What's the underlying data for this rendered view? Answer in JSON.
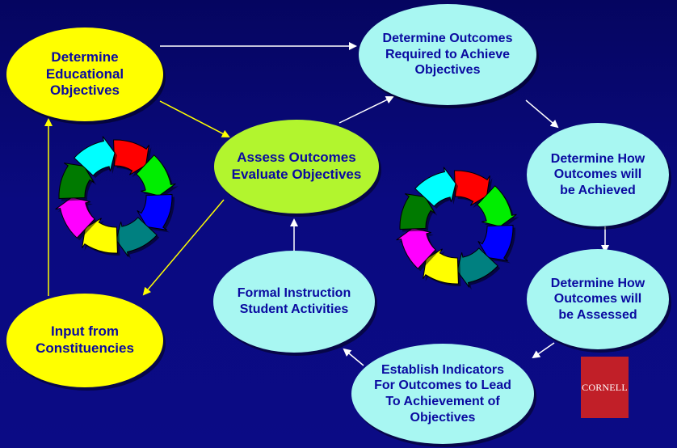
{
  "colors": {
    "background": "#0a0a7a",
    "yellow_node": "#ffff00",
    "green_node": "#b2f52e",
    "cyan_node": "#a8f7f2",
    "node_text": "#0a0aa0",
    "connector": "#ffffff",
    "yellow_connector": "#ffff00",
    "logo_red": "#c11f28"
  },
  "nodes": {
    "educational_objectives": {
      "lines": [
        "Determine",
        "Educational",
        "Objectives"
      ]
    },
    "input_constituencies": {
      "lines": [
        "Input from",
        "Constituencies"
      ]
    },
    "assess_outcomes": {
      "lines": [
        "Assess Outcomes",
        "Evaluate Objectives"
      ]
    },
    "determine_outcomes": {
      "lines": [
        "Determine Outcomes",
        "Required to Achieve",
        "Objectives"
      ]
    },
    "how_achieved": {
      "lines": [
        "Determine How",
        "Outcomes will",
        "be Achieved"
      ]
    },
    "how_assessed": {
      "lines": [
        "Determine How",
        "Outcomes will",
        "be Assessed"
      ]
    },
    "indicators": {
      "lines": [
        "Establish Indicators",
        "For Outcomes to Lead",
        "To Achievement of",
        "Objectives"
      ]
    },
    "formal_instruction": {
      "lines": [
        "Formal Instruction",
        "Student Activities"
      ]
    }
  },
  "cycle_icon": {
    "segment_colors": [
      "#ff0000",
      "#00ee00",
      "#0000ff",
      "#008080",
      "#ffff00",
      "#ff00ff",
      "#007a00",
      "#00ffff"
    ]
  },
  "logo": {
    "text": "CORNELL"
  }
}
